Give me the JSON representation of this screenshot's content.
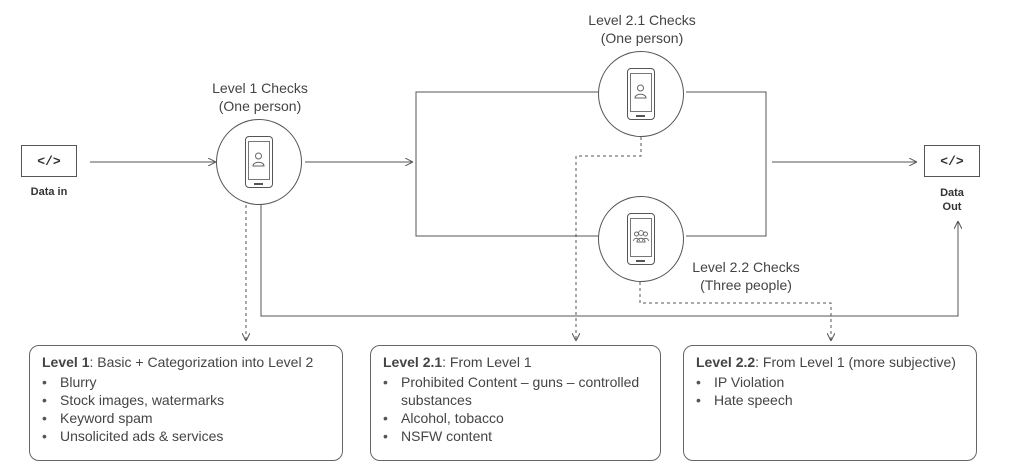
{
  "data_in": {
    "code": "</>",
    "label": "Data in"
  },
  "data_out": {
    "code": "</>",
    "label_line1": "Data",
    "label_line2": "Out"
  },
  "level1": {
    "line1": "Level 1 Checks",
    "line2": "(One person)",
    "icon": "single-person-phone-icon"
  },
  "level21": {
    "line1": "Level 2.1 Checks",
    "line2": "(One person)",
    "icon": "single-person-phone-icon"
  },
  "level22": {
    "line1": "Level 2.2 Checks",
    "line2": "(Three people)",
    "icon": "group-phone-icon"
  },
  "boxes": [
    {
      "title_bold": "Level 1",
      "title_rest": ": Basic + Categorization into  Level  2",
      "items": [
        "Blurry",
        "Stock images, watermarks",
        "Keyword spam",
        "Unsolicited ads &  services"
      ]
    },
    {
      "title_bold": "Level 2.1",
      "title_rest": ": From Level 1",
      "items": [
        "Prohibited Content – guns – controlled substances",
        "Alcohol, tobacco",
        "NSFW content"
      ]
    },
    {
      "title_bold": "Level 2.2",
      "title_rest": ": From Level 1 (more subjective)",
      "items": [
        "IP Violation",
        "Hate speech"
      ]
    }
  ],
  "colors": {
    "line": "#555555",
    "text": "#444444",
    "background": "#ffffff"
  }
}
